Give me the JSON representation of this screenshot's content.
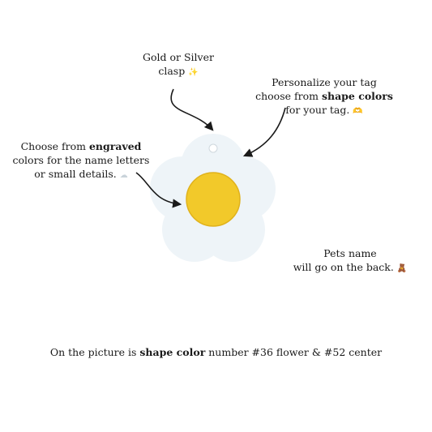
{
  "notes": {
    "clasp": {
      "line1": "Gold or Silver",
      "line2": "clasp",
      "emoji": "✨"
    },
    "shape": {
      "line1": "Personalize your tag",
      "line2_pre": "choose from ",
      "line2_bold": "shape colors",
      "line3": "for your tag.",
      "emoji": "🫶"
    },
    "engraved": {
      "line1_pre": "Choose from ",
      "line1_bold": "engraved",
      "line2": "colors for the name letters",
      "line3": "or small details.",
      "emoji": "☁"
    },
    "back": {
      "line1": "Pets name",
      "line2": "will go on the back.",
      "emoji": "🧸"
    }
  },
  "caption": {
    "pre": "On the picture is ",
    "bold": "shape color",
    "post": " number #36 flower & #52 center"
  },
  "colors": {
    "petal": "#eef4f8",
    "petal_stroke": "#d7e2ea",
    "center": "#f2c92a",
    "center_stroke": "#e0b21c",
    "arrow": "#1a1a1a"
  },
  "icons": {
    "clasp_hole": "circle-hole-icon",
    "arrows": "curved-arrow-icon"
  }
}
